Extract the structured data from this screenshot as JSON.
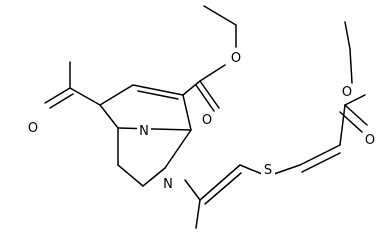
{
  "diagram": {
    "atoms": [
      {
        "id": "O_ketone",
        "symbol": "O"
      },
      {
        "id": "N_bridge",
        "symbol": "N"
      },
      {
        "id": "N_ring",
        "symbol": "N"
      },
      {
        "id": "O_ester1_carbonyl",
        "symbol": "O"
      },
      {
        "id": "O_ester1_ether",
        "symbol": "O"
      },
      {
        "id": "S_thioether",
        "symbol": "S"
      },
      {
        "id": "O_ester2_ether",
        "symbol": "O"
      },
      {
        "id": "O_ester2_carbonyl",
        "symbol": "O"
      }
    ]
  }
}
